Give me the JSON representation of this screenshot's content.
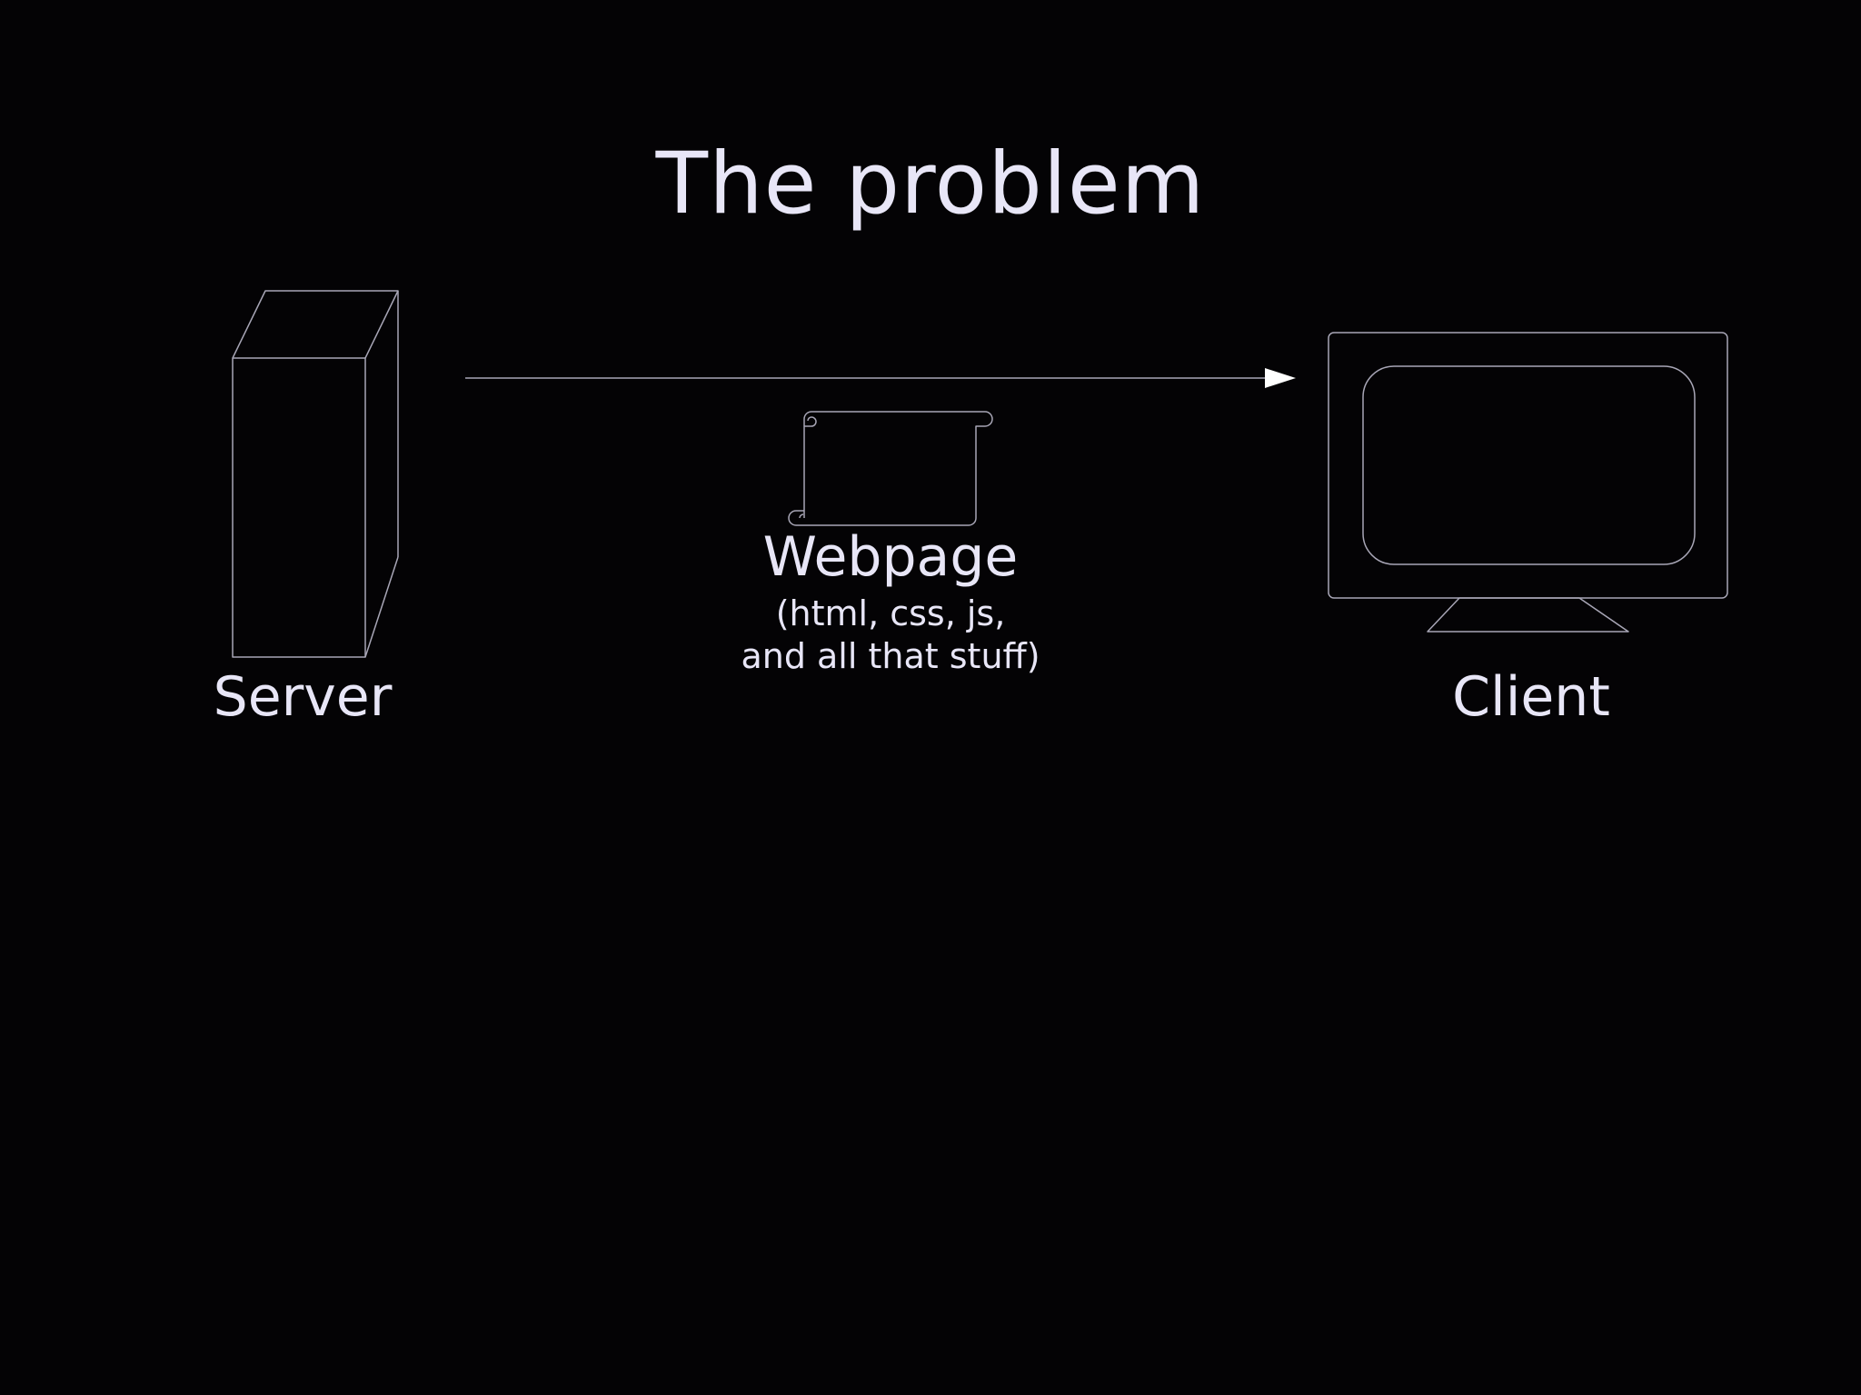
{
  "slide": {
    "title": "The problem"
  },
  "nodes": {
    "server": {
      "label": "Server",
      "icon": "server-tower-icon"
    },
    "client": {
      "label": "Client",
      "icon": "monitor-icon"
    },
    "webpage": {
      "label": "Webpage",
      "sublabel_line1": "(html, css, js,",
      "sublabel_line2": "and all that stuff)",
      "icon": "scroll-document-icon"
    }
  },
  "edges": [
    {
      "from": "server",
      "to": "client",
      "arrow": "single-headed"
    }
  ],
  "colors": {
    "background": "#040305",
    "text": "#e8e6f7",
    "stroke": "#a8a6b6",
    "arrowhead": "#ffffff"
  }
}
